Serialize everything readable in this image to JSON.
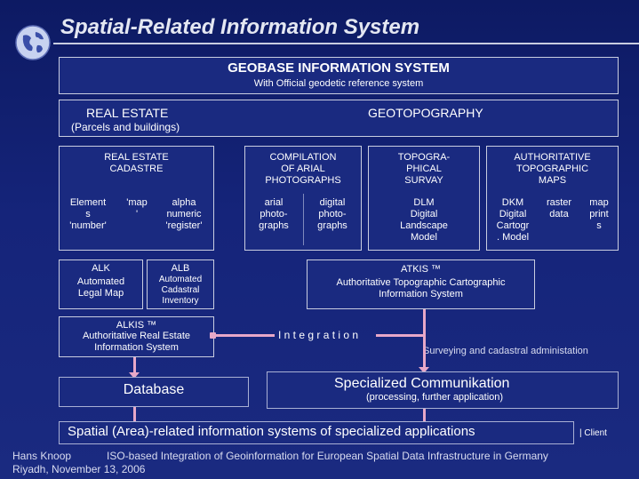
{
  "slide": {
    "title": "Spatial-Related Information System",
    "logo_icon": "globe-icon"
  },
  "geobase": {
    "title": "GEOBASE INFORMATION SYSTEM",
    "subtitle": "With Official geodetic reference system"
  },
  "real_estate": {
    "heading": "REAL ESTATE",
    "subheading": "(Parcels and buildings)",
    "cadastre_title": "REAL ESTATE\nCADASTRE",
    "element_label": "Element\ns\n'number'",
    "map_label": "'map\n'",
    "alpha_label": "alpha\nnumeric\n'register'",
    "alk_title": "ALK",
    "alk_desc": "Automated\nLegal Map",
    "alb_title": "ALB",
    "alb_desc": "Automated\nCadastral\nInventory",
    "alkis_title": "ALKIS ™",
    "alkis_desc": "Authoritative Real Estate\nInformation System"
  },
  "geotopography": {
    "heading": "GEOTOPOGRAPHY",
    "photo_title": "COMPILATION\nOF ARIAL\nPHOTOGRAPHS",
    "photo_arial": "arial\nphoto-\ngraphs",
    "photo_digital": "digital\nphoto-\ngraphs",
    "survey_title": "TOPOGRA-\nPHICAL\nSURVAY",
    "survey_dlm": "DLM\nDigital\nLandscape\nModel",
    "maps_title": "AUTHORITATIVE\nTOPOGRAPHIC\nMAPS",
    "maps_dkm": "DKM\nDigital\nCartogr\n. Model",
    "maps_raster": "raster\ndata",
    "maps_print": "map\nprint\ns",
    "atkis_title": "ATKIS ™",
    "atkis_desc": "Authoritative Topographic Cartographic\nInformation System"
  },
  "integration": {
    "label": "I n t e g r a t i o n",
    "surveying_note": "Surveying and cadastral administation"
  },
  "bottom": {
    "database": "Database",
    "communication_title": "Specialized Communikation",
    "communication_sub": "(processing, further application)",
    "spatial_systems": "Spatial (Area)-related information systems of specialized applications",
    "client": "| Client"
  },
  "footer": {
    "author": "Hans Knoop",
    "talk": "ISO-based Integration of Geoinformation for European Spatial Data Infrastructure in Germany",
    "venue": "Riyadh, November 13, 2006"
  },
  "colors": {
    "background": "#15247a",
    "box_border": "#c9cde0",
    "connector": "#e7a8c8",
    "text": "#ffffff"
  }
}
